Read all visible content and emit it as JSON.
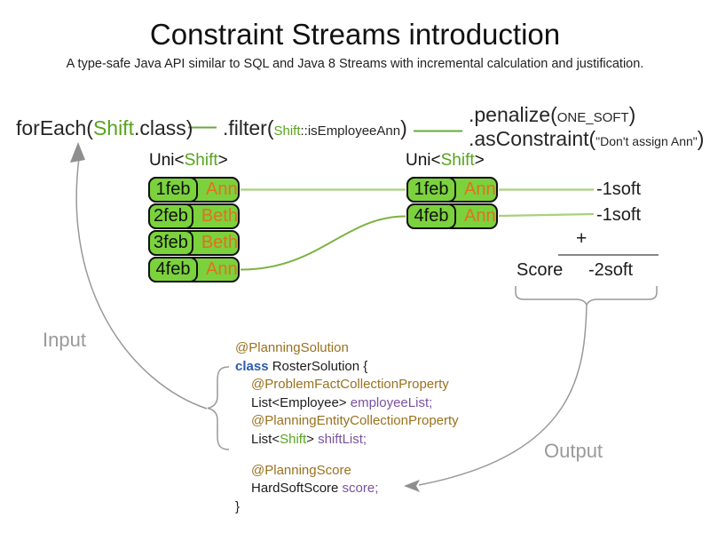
{
  "title": "Constraint Streams introduction",
  "subtitle": "A type-safe Java API similar to SQL and Java 8 Streams with incremental calculation and justification.",
  "flow": {
    "foreach_pre": "forEach(",
    "foreach_type": "Shift",
    "foreach_post": ".class)",
    "filter_pre": ".filter(",
    "filter_arg_type": "Shift",
    "filter_arg_rest": "::isEmployeeAnn",
    "filter_post": ")",
    "penalize_pre": ".penalize(",
    "penalize_arg": "ONE_SOFT",
    "penalize_post": ")",
    "asconstraint_pre": ".asConstraint(",
    "asconstraint_arg": "\"Don't assign Ann\"",
    "asconstraint_post": ")"
  },
  "uni_left": {
    "pre": "Uni<",
    "type": "Shift",
    "post": ">"
  },
  "uni_right": {
    "pre": "Uni<",
    "type": "Shift",
    "post": ">"
  },
  "input_rows": [
    {
      "date": "1feb",
      "name": "Ann"
    },
    {
      "date": "2feb",
      "name": "Beth"
    },
    {
      "date": "3feb",
      "name": "Beth"
    },
    {
      "date": "4feb",
      "name": "Ann"
    }
  ],
  "output_rows": [
    {
      "date": "1feb",
      "name": "Ann"
    },
    {
      "date": "4feb",
      "name": "Ann"
    }
  ],
  "score": {
    "penalty1": "-1soft",
    "penalty2": "-1soft",
    "plus": "+",
    "label": "Score",
    "total": "-2soft"
  },
  "arrows": {
    "input_label": "Input",
    "output_label": "Output"
  },
  "code": {
    "l1_annotation": "@PlanningSolution",
    "l2_keyword": "class",
    "l2_rest": " RosterSolution {",
    "l3_annotation": "@ProblemFactCollectionProperty",
    "l4_plain": "List<Employee> ",
    "l4_field": "employeeList;",
    "l5_annotation": "@PlanningEntityCollectionProperty",
    "l6_pre": "List<",
    "l6_type": "Shift",
    "l6_mid": "> ",
    "l6_field": "shiftList;",
    "l7_annotation": "@PlanningScore",
    "l8_plain": "HardSoftScore ",
    "l8_field": "score;",
    "l9_close": "}"
  },
  "colors": {
    "cell_green": "#7bd23d",
    "text_green": "#58a41d",
    "line_light_green": "#a9d07e",
    "line_mid_green": "#7cb342",
    "orange": "#e2711d",
    "annotation_brown": "#9a721e",
    "keyword_blue": "#2b5caa",
    "field_purple": "#7a529e",
    "arrow_gray": "#9a9a9a"
  }
}
